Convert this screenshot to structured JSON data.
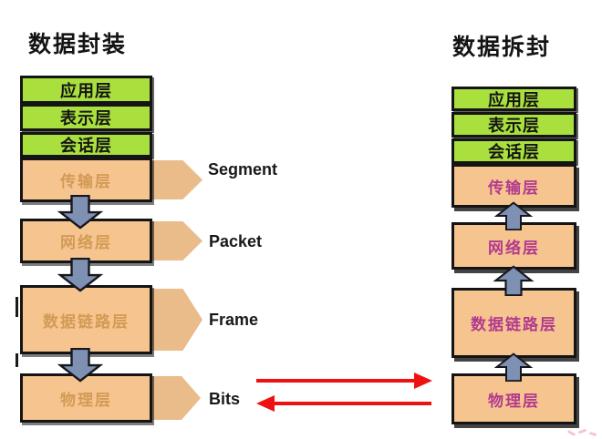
{
  "colors": {
    "green": "#a9e03d",
    "peach": "#f6c48f",
    "pennant": "#e9bc8a",
    "tan-text": "#d29a55",
    "magenta-text": "#b23a8f",
    "arrow-slate": "#7e91b2",
    "arrow-red": "#ee1111",
    "ink": "#141414"
  },
  "left": {
    "title": "数据封装",
    "layers": [
      {
        "label": "应用层"
      },
      {
        "label": "表示层"
      },
      {
        "label": "会话层"
      },
      {
        "label": "传输层",
        "pdu": "Segment"
      },
      {
        "label": "网络层",
        "pdu": "Packet"
      },
      {
        "label": "数据链路层",
        "pdu": "Frame"
      },
      {
        "label": "物理层",
        "pdu": "Bits"
      }
    ]
  },
  "right": {
    "title": "数据拆封",
    "layers": [
      {
        "label": "应用层"
      },
      {
        "label": "表示层"
      },
      {
        "label": "会话层"
      },
      {
        "label": "传输层"
      },
      {
        "label": "网络层"
      },
      {
        "label": "数据链路层"
      },
      {
        "label": "物理层"
      }
    ]
  }
}
